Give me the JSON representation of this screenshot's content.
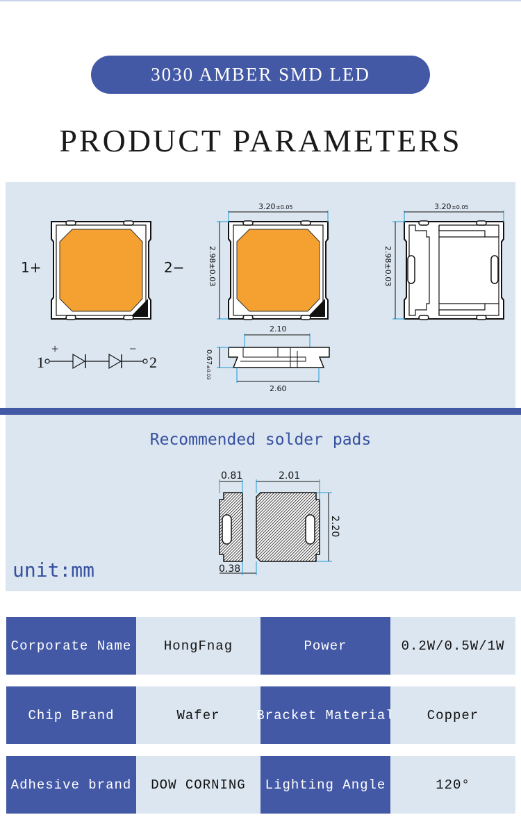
{
  "header": {
    "product_name": "3030 AMBER SMD LED",
    "section_title": "PRODUCT PARAMETERS"
  },
  "diagram": {
    "pin_plus_label": "1+",
    "pin_minus_label": "2−",
    "circuit": {
      "pin1": "1",
      "pin2": "2",
      "plus": "+",
      "minus": "−"
    },
    "dimensions": {
      "width_value": "3.20",
      "width_tolerance": "±0.05",
      "height_value": "2.98",
      "height_tolerance": "±0.03",
      "side_inner_width": "2.10",
      "side_outer_width": "2.60",
      "thickness_value": "0.67",
      "thickness_tolerance": "±0.03"
    },
    "colors": {
      "chip_fill": "#f5a132",
      "panel_bg": "#dce6f0",
      "brand_blue": "#4459a6"
    }
  },
  "solder_pads": {
    "title": "Recommended solder pads",
    "pad_small_width": "0.81",
    "pad_large_width": "2.01",
    "pad_height": "2.20",
    "pad_gap": "0.38",
    "unit": "unit:mm"
  },
  "specs": [
    {
      "label1": "Corporate Name",
      "value1": "HongFnag",
      "label2": "Power",
      "value2": "0.2W/0.5W/1W"
    },
    {
      "label1": "Chip Brand",
      "value1": "Wafer",
      "label2": "Bracket Material",
      "value2": "Copper"
    },
    {
      "label1": "Adhesive brand",
      "value1": "DOW CORNING",
      "label2": "Lighting Angle",
      "value2": "120°"
    }
  ]
}
